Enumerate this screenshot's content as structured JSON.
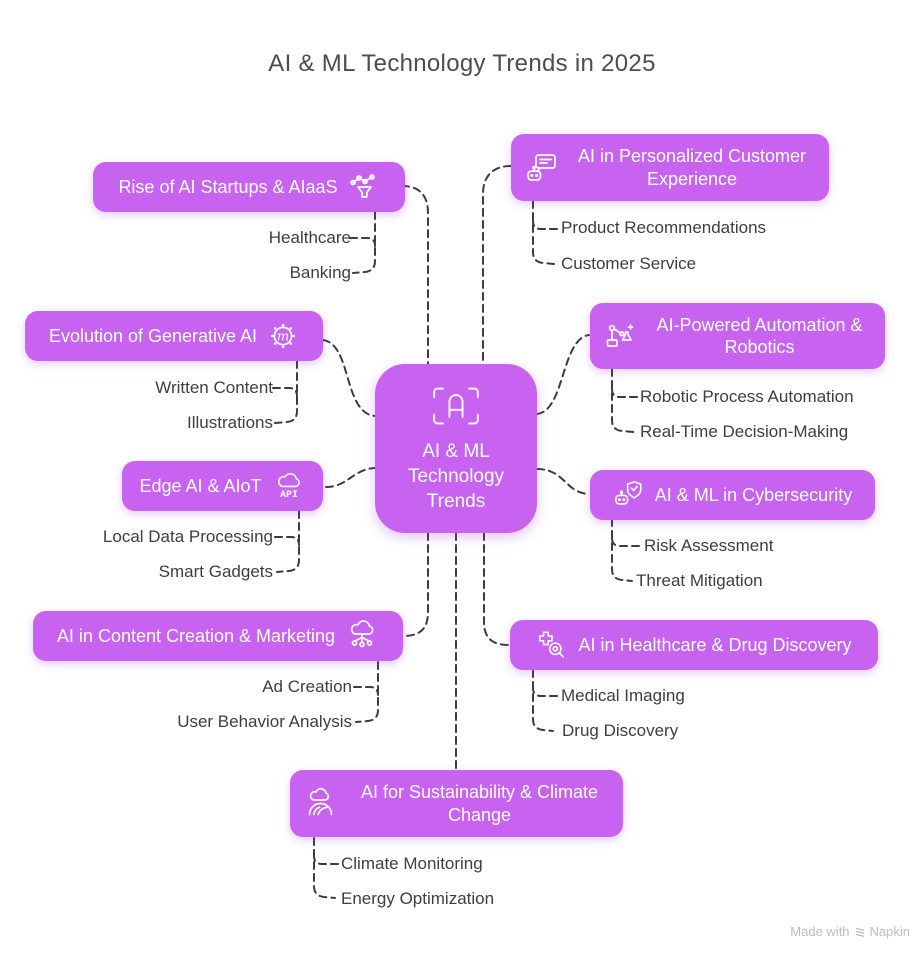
{
  "title": "AI & ML Technology Trends in 2025",
  "center": {
    "label": "AI & ML Technology Trends",
    "icon": "focus-a-icon"
  },
  "branches": [
    {
      "id": "startups",
      "label": "Rise of AI Startups & AIaaS",
      "icon": "funnel-network-icon",
      "children": [
        "Healthcare",
        "Banking"
      ]
    },
    {
      "id": "customer",
      "label": "AI in Personalized Customer Experience",
      "icon": "chatbot-message-icon",
      "children": [
        "Product Recommendations",
        "Customer Service"
      ]
    },
    {
      "id": "generative",
      "label": "Evolution of Generative AI",
      "icon": "neural-gear-icon",
      "children": [
        "Written Content",
        "Illustrations"
      ]
    },
    {
      "id": "automation",
      "label": "AI-Powered Automation & Robotics",
      "icon": "robot-arm-icon",
      "children": [
        "Robotic Process Automation",
        "Real-Time Decision-Making"
      ]
    },
    {
      "id": "edge",
      "label": "Edge AI & AIoT",
      "icon": "cloud-api-icon",
      "children": [
        "Local Data Processing",
        "Smart Gadgets"
      ]
    },
    {
      "id": "cyber",
      "label": "AI & ML in Cybersecurity",
      "icon": "robot-shield-icon",
      "children": [
        "Risk Assessment",
        "Threat Mitigation"
      ]
    },
    {
      "id": "content",
      "label": "AI in Content Creation & Marketing",
      "icon": "cloud-network-icon",
      "children": [
        "Ad Creation",
        "User Behavior Analysis"
      ]
    },
    {
      "id": "health",
      "label": "AI in Healthcare & Drug Discovery",
      "icon": "medical-search-icon",
      "children": [
        "Medical Imaging",
        "Drug Discovery"
      ]
    },
    {
      "id": "sustain",
      "label": "AI for Sustainability & Climate Change",
      "icon": "cloud-earth-icon",
      "children": [
        "Climate Monitoring",
        "Energy Optimization"
      ]
    }
  ],
  "footer": {
    "made_with": "Made with",
    "brand": "Napkin",
    "logo": "napkin-logo-icon"
  },
  "colors": {
    "node_fill": "#c763f0",
    "node_text": "#ffffff",
    "leaf_text": "#3e3e3e",
    "connector": "#3c3c3c",
    "title_text": "#4d4d4d",
    "footer_text": "#bdbdbd"
  }
}
